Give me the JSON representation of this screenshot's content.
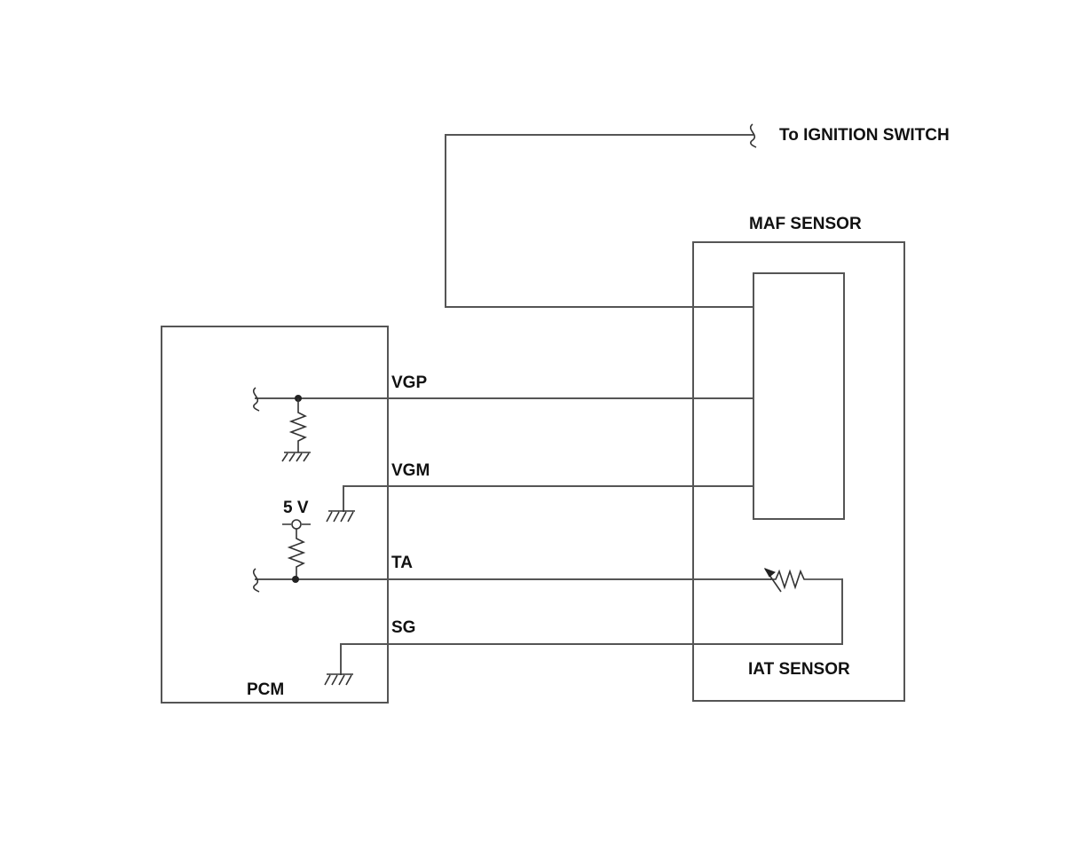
{
  "components": {
    "pcm": "PCM",
    "maf_sensor": "MAF SENSOR",
    "iat_sensor": "IAT SENSOR"
  },
  "external": {
    "ignition": "To IGNITION SWITCH"
  },
  "terminals": {
    "vgp": "VGP",
    "vgm": "VGM",
    "ta": "TA",
    "sg": "SG"
  },
  "supply": {
    "voltage": "5 V"
  }
}
